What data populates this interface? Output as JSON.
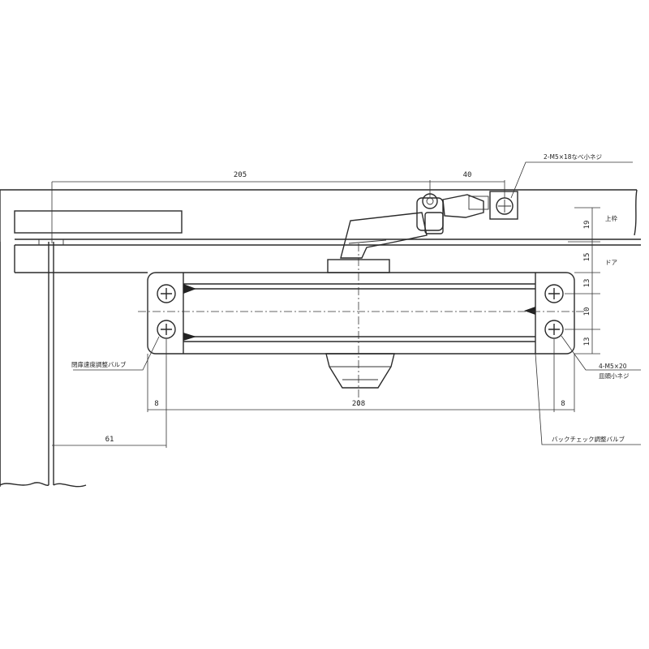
{
  "dimensions": {
    "d205": "205",
    "d40": "40",
    "d8_left": "8",
    "d208": "208",
    "d8_right": "8",
    "d61": "61",
    "d19": "19",
    "d15": "15",
    "d13_a": "13",
    "d10": "10",
    "d13_b": "13"
  },
  "labels": {
    "bracket_screw": "2-M5×18なべ小ネジ",
    "frame_top": "上枠",
    "door": "ドア",
    "body_screw_line1": "4-M5×20",
    "body_screw_line2": "皿頭小ネジ",
    "speed_valve": "閉扉速度調整バルブ",
    "backcheck_valve": "バックチェック調整バルブ"
  }
}
